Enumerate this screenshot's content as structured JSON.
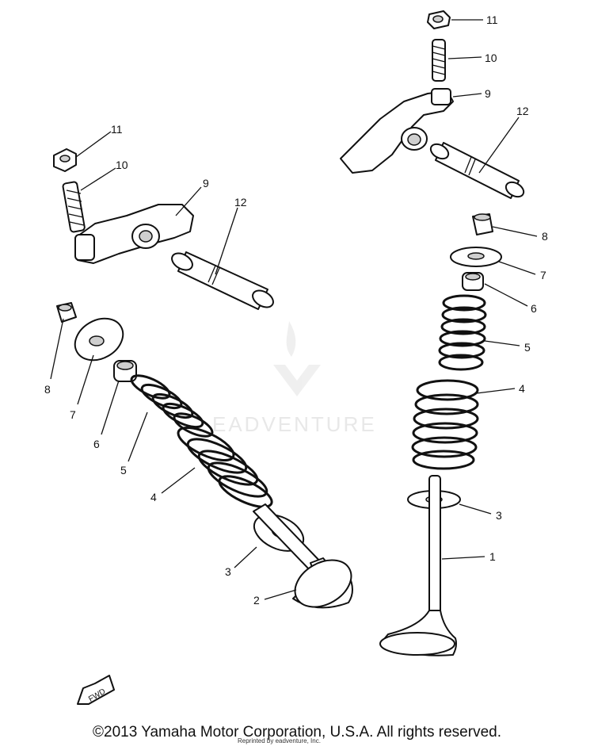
{
  "diagram": {
    "callouts": {
      "l1": "1",
      "l2": "2",
      "l3a": "3",
      "l3b": "3",
      "l4a": "4",
      "l4b": "4",
      "l5a": "5",
      "l5b": "5",
      "l6a": "6",
      "l6b": "6",
      "l7a": "7",
      "l7b": "7",
      "l8a": "8",
      "l8b": "8",
      "l9a": "9",
      "l9b": "9",
      "l10a": "10",
      "l10b": "10",
      "l11a": "11",
      "l11b": "11",
      "l12a": "12",
      "l12b": "12"
    },
    "direction_tag": "FWD"
  },
  "watermark": {
    "text": "EADVENTURE"
  },
  "footer": {
    "copyright": "©2013 Yamaha Motor Corporation, U.S.A. All rights reserved.",
    "credit": "Reprinted by eadventure, Inc."
  },
  "colors": {
    "line": "#111111",
    "background": "#ffffff",
    "watermark": "#e8e8e8"
  }
}
